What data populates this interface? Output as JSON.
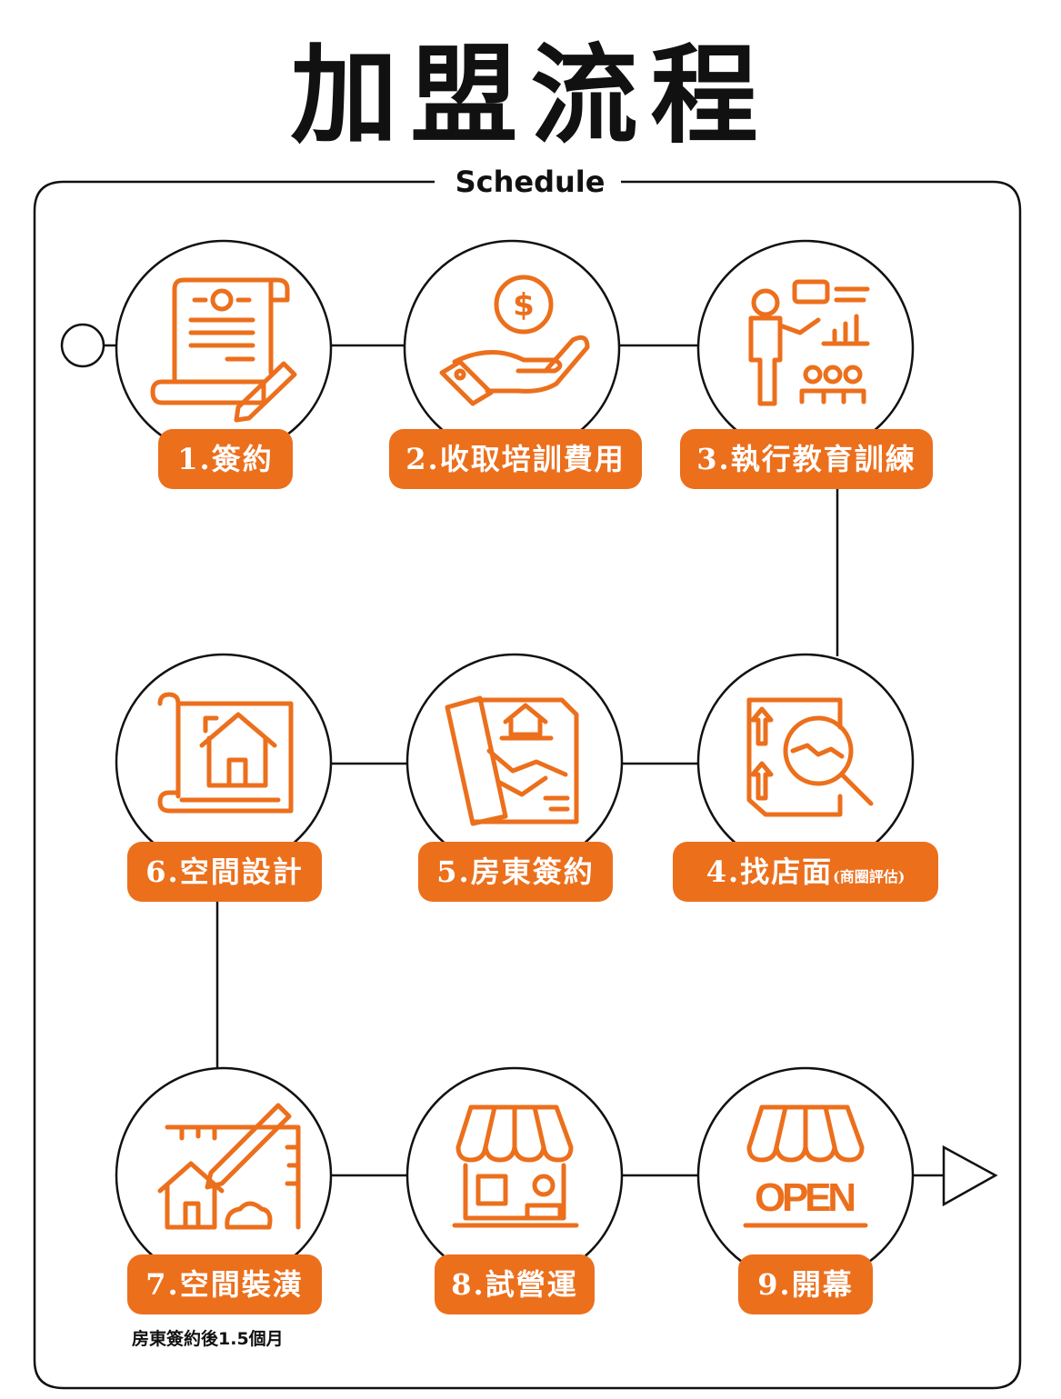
{
  "title": "加盟流程",
  "subtitle": "Schedule",
  "colors": {
    "accent": "#ec6f1c",
    "line": "#111111"
  },
  "steps": [
    {
      "label": "1.簽約",
      "icon": "contract-scroll-pen-icon"
    },
    {
      "label": "2.收取培訓費用",
      "icon": "hand-dollar-coin-icon"
    },
    {
      "label": "3.執行教育訓練",
      "icon": "presenter-audience-icon"
    },
    {
      "label": "4.找店面",
      "sub": "(商圈評估)",
      "icon": "magnifier-chart-icon"
    },
    {
      "label": "5.房東簽約",
      "icon": "property-handshake-icon"
    },
    {
      "label": "6.空間設計",
      "icon": "house-blueprint-icon"
    },
    {
      "label": "7.空間裝潢",
      "icon": "house-pencil-ruler-icon"
    },
    {
      "label": "8.試營運",
      "icon": "shop-awning-icon"
    },
    {
      "label": "9.開幕",
      "icon": "open-shop-sign-icon"
    }
  ],
  "note": "房東簽約後1.5個月",
  "open_sign": "OPEN"
}
